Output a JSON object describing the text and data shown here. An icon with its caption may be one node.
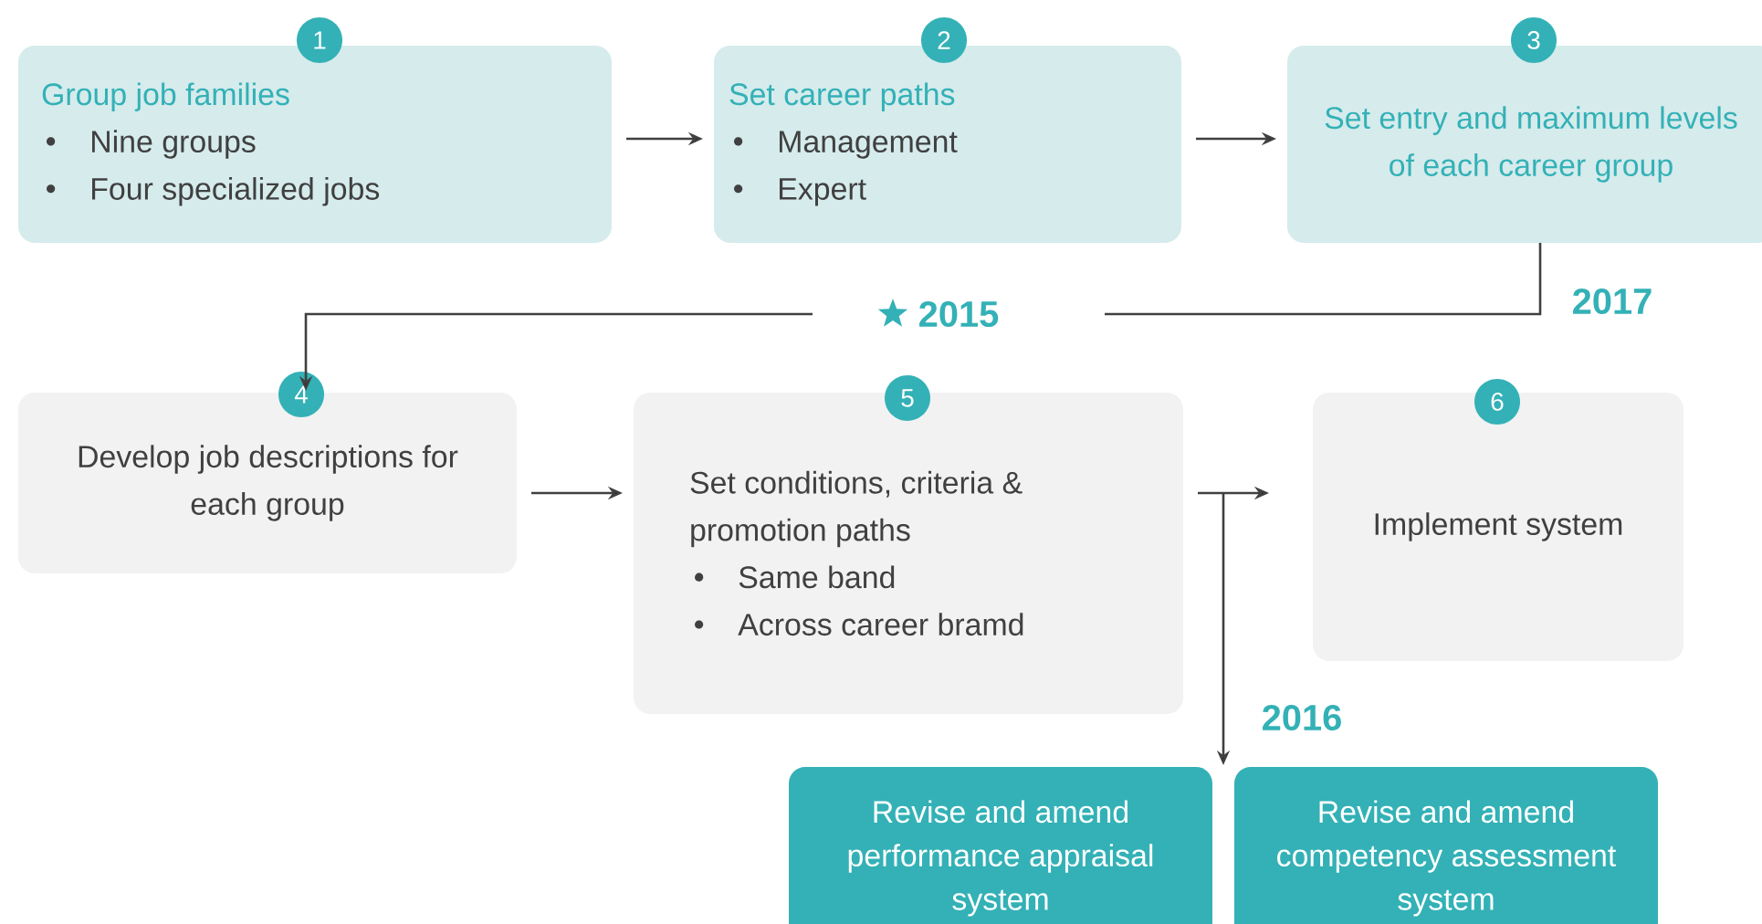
{
  "diagram": {
    "nodes": [
      {
        "text": [
          "Group job families",
          "Nine groups",
          "Four specialized jobs"
        ]
      },
      {
        "text": [
          "1"
        ]
      },
      {
        "text": [
          "Set career paths",
          "Management",
          "Expert"
        ]
      },
      {
        "text": [
          "2"
        ]
      },
      {
        "text": [
          "Set entry and maximum levels of each career group"
        ]
      },
      {
        "text": [
          "3"
        ]
      },
      {
        "text": [
          "Develop job descriptions for each group"
        ]
      },
      {
        "text": [
          "4"
        ]
      },
      {
        "text": [
          "Set conditions, criteria & promotion paths",
          "Same band",
          "Across career bramd"
        ]
      },
      {
        "text": [
          "5"
        ]
      },
      {
        "text": [
          "Implement system"
        ]
      },
      {
        "text": [
          "6"
        ]
      },
      {
        "text": [
          "Revise and amend performance appraisal system"
        ]
      },
      {
        "text": [
          "Revise and amend competency assessment system"
        ]
      }
    ],
    "edges": [
      {
        "from": 0,
        "to": 2,
        "arrow": "to"
      },
      {
        "from": 2,
        "to": 4,
        "arrow": "to"
      },
      {
        "from": 4,
        "to": 6,
        "arrow": "to",
        "label": "2015"
      },
      {
        "from": 6,
        "to": 8,
        "arrow": "to"
      },
      {
        "from": 8,
        "to": 10,
        "arrow": "to"
      },
      {
        "from": 8,
        "to": 12,
        "arrow": "to"
      },
      {
        "from": 8,
        "to": 13,
        "arrow": "to"
      }
    ],
    "labels": [
      "2017",
      "2016"
    ]
  }
}
